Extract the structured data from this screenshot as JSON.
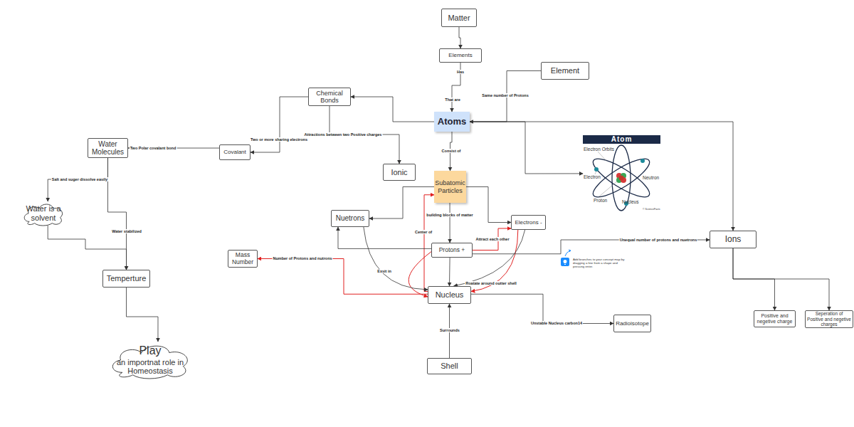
{
  "diagram": {
    "nodes": [
      {
        "text": [
          "Matter"
        ]
      },
      {
        "text": [
          "Elements"
        ]
      },
      {
        "text": [
          "Element"
        ]
      },
      {
        "text": [
          "Chemical Bonds"
        ]
      },
      {
        "text": [
          "Atoms"
        ]
      },
      {
        "text": [
          "Water Molecules"
        ]
      },
      {
        "text": [
          "Covalant"
        ]
      },
      {
        "text": [
          "Ionic"
        ]
      },
      {
        "text": [
          "Subatomic Particles"
        ]
      },
      {
        "text": [
          "Atom"
        ]
      },
      {
        "text": [
          "Water is a solvent"
        ]
      },
      {
        "text": [
          "Nuetrons"
        ]
      },
      {
        "text": [
          "Electrons -"
        ]
      },
      {
        "text": [
          "Ions"
        ]
      },
      {
        "text": [
          "Mass Number"
        ]
      },
      {
        "text": [
          "Protons +"
        ]
      },
      {
        "text": [
          "Temperture"
        ]
      },
      {
        "text": [
          "Nucleus"
        ]
      },
      {
        "text": [
          "Positive and negetive charge"
        ]
      },
      {
        "text": [
          "Seperation of Positive and negetive charges"
        ]
      },
      {
        "text": [
          "Radioisotope"
        ]
      },
      {
        "text": [
          "Play",
          "an importnat role in Homeostasis"
        ]
      },
      {
        "text": [
          "Shell"
        ]
      }
    ],
    "edges": [
      {
        "from": 0,
        "to": 1,
        "arrow": "to"
      },
      {
        "from": 1,
        "to": 4,
        "label": "Has",
        "arrow": "to"
      },
      {
        "from": 2,
        "to": 4,
        "label": "Same number of Protons",
        "arrow": "to"
      },
      {
        "from": 4,
        "to": 3,
        "arrow": "to"
      },
      {
        "from": 3,
        "to": 6,
        "label": "Two or more sharing electrons",
        "arrow": "to"
      },
      {
        "from": 3,
        "to": 7,
        "label": "Attractions between two Positive charges",
        "arrow": "to"
      },
      {
        "from": 6,
        "to": 5,
        "label": "Two Polar covalant bond",
        "arrow": "to"
      },
      {
        "from": 5,
        "to": 10,
        "label": "Salt and suger dissolve easily",
        "arrow": "to"
      },
      {
        "from": 5,
        "to": 16,
        "label": "Water stabilized",
        "arrow": "to"
      },
      {
        "from": 10,
        "to": 16,
        "arrow": "to"
      },
      {
        "from": 16,
        "to": 21,
        "arrow": "to"
      },
      {
        "from": 4,
        "to": 8,
        "label": "Consist of",
        "arrow": "to"
      },
      {
        "from": 4,
        "to": 9,
        "arrow": "to"
      },
      {
        "from": 4,
        "to": 13,
        "arrow": "to"
      },
      {
        "from": 8,
        "to": 11,
        "arrow": "to"
      },
      {
        "from": 8,
        "to": 12,
        "arrow": "to"
      },
      {
        "from": 8,
        "to": 15,
        "label": "building blocks of matter",
        "arrow": "to"
      },
      {
        "from": 17,
        "to": 8,
        "label": "Center of",
        "arrow": "to"
      },
      {
        "from": 15,
        "to": 12,
        "label": "Attract each other",
        "arrow": "to"
      },
      {
        "from": 12,
        "to": 17,
        "label": "Roatate around outter shell",
        "arrow": "to"
      },
      {
        "from": 15,
        "to": 17,
        "label": "Exsit in",
        "arrow": "to"
      },
      {
        "from": 15,
        "to": 11,
        "arrow": "to"
      },
      {
        "from": 11,
        "to": 17,
        "arrow": "to"
      },
      {
        "from": 12,
        "to": 17,
        "arrow": "to"
      },
      {
        "from": 15,
        "to": 17,
        "arrow": "to"
      },
      {
        "from": 17,
        "to": 14,
        "label": "Number of Protons and nutrons",
        "arrow": "to"
      },
      {
        "from": 22,
        "to": 17,
        "label": "Surrounds",
        "arrow": "to"
      },
      {
        "from": 17,
        "to": 20,
        "label": "Unstable Nucleus carbon14",
        "arrow": "to"
      },
      {
        "from": 15,
        "to": 13,
        "label": "Unequal number of protons and nuetrons",
        "arrow": "to"
      },
      {
        "from": 13,
        "to": 18,
        "arrow": "to"
      },
      {
        "from": 13,
        "to": 19,
        "arrow": "to"
      }
    ],
    "labels": [
      "That are",
      "Add branches to your concept map by dragging a line from a shape and pressing enter.",
      "Electron Orbits",
      "Electron",
      "Neutron",
      "Proton",
      "Nucleus",
      "© ScienceFacts"
    ]
  }
}
